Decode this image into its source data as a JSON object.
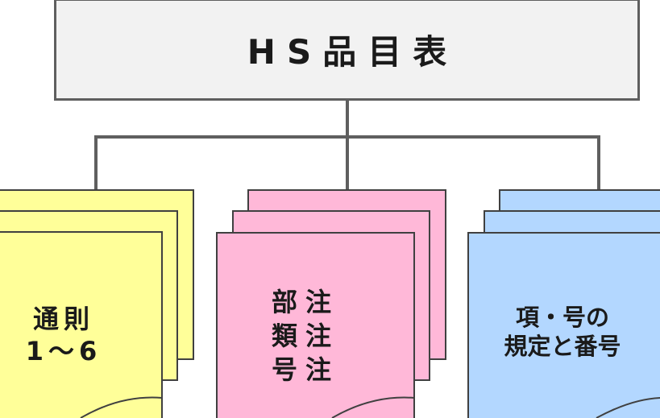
{
  "title": "HS品目表",
  "branches": [
    {
      "label": "通則\n1〜6",
      "fill": "#ffff99"
    },
    {
      "label": "部注\n類注\n号注",
      "fill": "#ffb8d8"
    },
    {
      "label": "項・号の\n規定と番号",
      "fill": "#b3d7ff"
    }
  ],
  "colors": {
    "line": "#5f5f5f",
    "box": "#f2f2f2",
    "stroke": "#404040"
  }
}
